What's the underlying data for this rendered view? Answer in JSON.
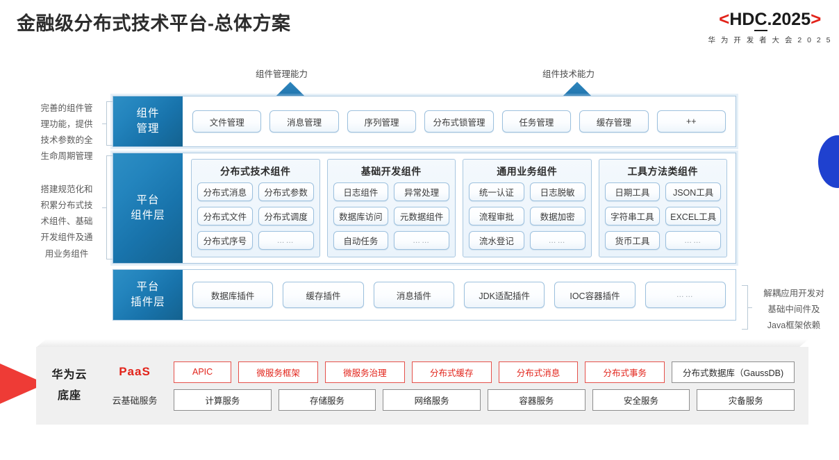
{
  "header": {
    "title": "金融级分布式技术平台-总体方案",
    "logo": {
      "bracket_left": "<",
      "text_h": "H",
      "text_d": "D",
      "text_c": "C",
      "text_rest": ".2025",
      "bracket_right": ">",
      "subtitle": "华 为 开 发 者 大 会 2 0 2 5"
    }
  },
  "capabilities": [
    {
      "label": "组件管理能力"
    },
    {
      "label": "组件技术能力"
    }
  ],
  "side_notes": {
    "left_top": "完善的组件管理\n理功能，提供\n技术参数的全\n生命周期管理",
    "left_top_lines": [
      "完善的组件管",
      "理功能，提供",
      "技术参数的全",
      "生命周期管理"
    ],
    "left_mid_lines": [
      "搭建规范化和",
      "积累分布式技",
      "术组件、基础",
      "开发组件及通",
      "用业务组件"
    ],
    "right_lines": [
      "解耦应用开发对",
      "基础中间件及",
      "Java框架依赖"
    ]
  },
  "rows": {
    "component_management": {
      "label_lines": [
        "组件",
        "管理"
      ],
      "items": [
        "文件管理",
        "消息管理",
        "序列管理",
        "分布式锁管理",
        "任务管理",
        "缓存管理",
        "++"
      ]
    },
    "platform_component_layer": {
      "label_lines": [
        "平台",
        "组件层"
      ],
      "groups": [
        {
          "title": "分布式技术组件",
          "items": [
            "分布式消息",
            "分布式参数",
            "分布式文件",
            "分布式调度",
            "分布式序号",
            "……"
          ]
        },
        {
          "title": "基础开发组件",
          "items": [
            "日志组件",
            "异常处理",
            "数据库访问",
            "元数据组件",
            "自动任务",
            "……"
          ]
        },
        {
          "title": "通用业务组件",
          "items": [
            "统一认证",
            "日志脱敏",
            "流程审批",
            "数据加密",
            "流水登记",
            "……"
          ]
        },
        {
          "title": "工具方法类组件",
          "items": [
            "日期工具",
            "JSON工具",
            "字符串工具",
            "EXCEL工具",
            "货币工具",
            "……"
          ]
        }
      ]
    },
    "platform_plugin_layer": {
      "label_lines": [
        "平台",
        "插件层"
      ],
      "items": [
        "数据库插件",
        "缓存插件",
        "消息插件",
        "JDK适配插件",
        "IOC容器插件",
        "……"
      ]
    }
  },
  "cloud_base": {
    "title_lines": [
      "华为云",
      "底座"
    ],
    "paas": {
      "label": "PaaS",
      "items": [
        {
          "text": "APIC",
          "style": "red",
          "width": "narrow"
        },
        {
          "text": "微服务框架",
          "style": "red",
          "width": "normal"
        },
        {
          "text": "微服务治理",
          "style": "red",
          "width": "normal"
        },
        {
          "text": "分布式缓存",
          "style": "red",
          "width": "normal"
        },
        {
          "text": "分布式消息",
          "style": "red",
          "width": "normal"
        },
        {
          "text": "分布式事务",
          "style": "red",
          "width": "normal"
        },
        {
          "text": "分布式数据库（GaussDB)",
          "style": "gray",
          "width": "wide"
        }
      ]
    },
    "basic": {
      "label": "云基础服务",
      "items": [
        "计算服务",
        "存储服务",
        "网络服务",
        "容器服务",
        "安全服务",
        "灾备服务"
      ]
    }
  },
  "colors": {
    "brand_red": "#e2231a",
    "brand_blue": "#1b6ea8",
    "accent_blue": "#1f41cf",
    "panel_gray": "#f0f0f0"
  }
}
